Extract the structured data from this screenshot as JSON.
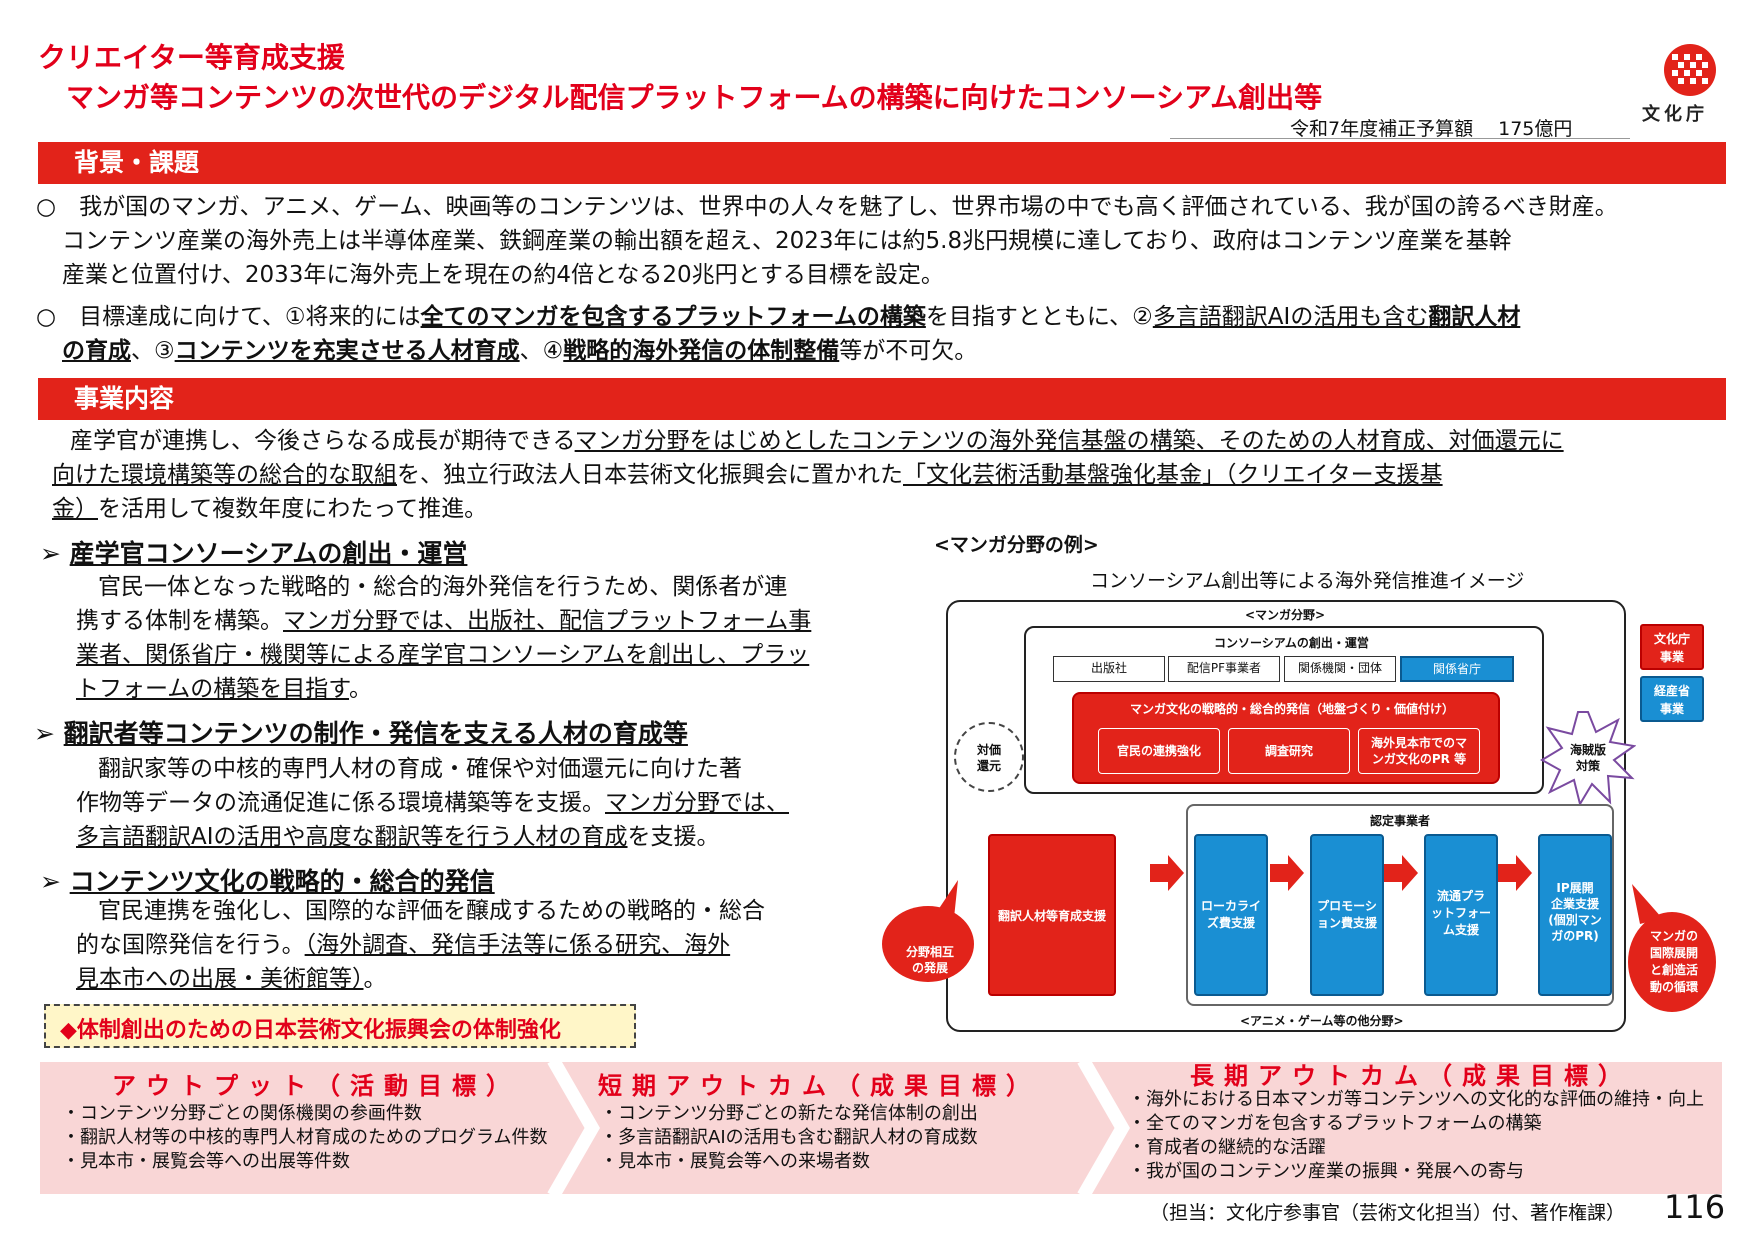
{
  "header": {
    "title_line1": "クリエイター等育成支援",
    "title_line2": "マンガ等コンテンツの次世代のデジタル配信プラットフォームの構築に向けたコンソーシアム創出等",
    "budget": "令和7年度補正予算額　 175億円",
    "logo_text": "文化庁"
  },
  "section_background": {
    "label": "背景・課題",
    "p1": "○　我が国のマンガ、アニメ、ゲーム、映画等のコンテンツは、世界中の人々を魅了し、世界市場の中でも高く評価されている、我が国の誇るべき財産。",
    "p1b": "コンテンツ産業の海外売上は半導体産業、鉄鋼産業の輸出額を超え、2023年には約5.8兆円規模に達しており、政府はコンテンツ産業を基幹",
    "p1c": "産業と位置付け、2033年に海外売上を現在の約4倍となる20兆円とする目標を設定。",
    "p2_a": "○　目標達成に向けて、①将来的には",
    "p2_b": "全てのマンガを包含するプラットフォームの構築",
    "p2_c": "を目指すとともに、②",
    "p2_d": "多言語翻訳AIの活用も含む",
    "p2_e": "翻訳人材",
    "p2_f": "の育成",
    "p2_g": "、③",
    "p2_h": "コンテンツを充実させる人材育成",
    "p2_i": "、④",
    "p2_j": "戦略的海外発信の体制整備",
    "p2_k": "等が不可欠。"
  },
  "section_business": {
    "label": "事業内容",
    "intro_a": "産学官が連携し、今後さらなる成長が期待できる",
    "intro_b": "マンガ分野をはじめとしたコンテンツの海外発信基盤の構築、そのための人材育成、対価還元に",
    "intro_c": "向けた環境構築等の総合的な取組",
    "intro_d": "を、独立行政法人日本芸術文化振興会に置かれた",
    "intro_e": "「文化芸術活動基盤強化基金」（クリエイター支援基",
    "intro_f": "金）",
    "intro_g": "を活用して複数年度にわたって推進。",
    "items": [
      {
        "heading": "産学官コンソーシアムの創出・運営",
        "l1": "官民一体となった戦略的・総合的海外発信を行うため、関係者が連",
        "l2a": "携する体制を構築。",
        "l2b": "マンガ分野では、出版社、配信プラットフォーム事",
        "l3": "業者、関係省庁・機関等による産学官コンソーシアムを創出し、プラッ",
        "l4": "トフォームの構築を目指す",
        "l4b": "。"
      },
      {
        "heading": "翻訳者等コンテンツの制作・発信を支える人材の育成等",
        "l1": "翻訳家等の中核的専門人材の育成・確保や対価還元に向けた著",
        "l2a": "作物等データの流通促進に係る環境構築等を支援。",
        "l2b": "マンガ分野では、",
        "l3": "多言語翻訳AIの活用や高度な翻訳等を行う人材の育成",
        "l3b": "を支援。"
      },
      {
        "heading": "コンテンツ文化の戦略的・総合的発信",
        "l1": "官民連携を強化し、国際的な評価を醸成するための戦略的・総合",
        "l2a": "的な国際発信を行う。",
        "l2b": "（海外調査、発信手法等に係る研究、海外",
        "l3": "見本市への出展・美術館等）",
        "l3b": "。"
      }
    ],
    "callout": "◆体制創出のための日本芸術文化振興会の体制強化"
  },
  "diagram": {
    "example_label": "<マンガ分野の例>",
    "caption": "コンソーシアム創出等による海外発信推進イメージ",
    "top_label": "<マンガ分野>",
    "consortium": "コンソーシアムの創出・運営",
    "members": [
      "出版社",
      "配信PF事業者",
      "関係機関・団体",
      "関係省庁"
    ],
    "strategy_title": "マンガ文化の戦略的・総合的発信（地盤づくり・価値付け）",
    "strategy_items": [
      "官民の連携強化",
      "調査研究",
      "海外見本市でのマ\nンガ文化のPR 等"
    ],
    "value_return": "対価\n還元",
    "piracy": "海賊版\n対策",
    "certified": "認定事業者",
    "training": "翻訳人材等育成支援",
    "flow": [
      "ローカライ\nズ費支援",
      "プロモーシ\nョン費支援",
      "流通プラ\nットフォー\nム支援",
      "IP展開\n企業支援\n(個別マン\nガのPR)"
    ],
    "mutual": "分野相互\nの発展",
    "cycle": "マンガの\n国際展開\nと創造活\n動の循環",
    "bottom_label": "<アニメ・ゲーム等の他分野>",
    "legend_bunka": "文化庁\n事業",
    "legend_keisan": "経産省\n事業"
  },
  "outcomes": [
    {
      "title": "アウトプット（活動目標）",
      "items": [
        "・コンテンツ分野ごとの関係機関の参画件数",
        "・翻訳人材等の中核的専門人材育成のためのプログラム件数",
        "・見本市・展覧会等への出展等件数"
      ]
    },
    {
      "title": "短期アウトカム（成果目標）",
      "items": [
        "・コンテンツ分野ごとの新たな発信体制の創出",
        "・多言語翻訳AIの活用も含む翻訳人材の育成数",
        "・見本市・展覧会等への来場者数"
      ]
    },
    {
      "title": "長期アウトカム（成果目標）",
      "items": [
        "・海外における日本マンガ等コンテンツへの文化的な評価の維持・向上",
        "・全てのマンガを包含するプラットフォームの構築",
        "・育成者の継続的な活躍",
        "・我が国のコンテンツ産業の振興・発展への寄与"
      ]
    }
  ],
  "footer": {
    "contact": "（担当：文化庁参事官（芸術文化担当）付、著作権課）",
    "page": "116"
  },
  "colors": {
    "accent_red": "#e2231a",
    "accent_blue": "#1a8fd3",
    "outcome_bg": "#f9d6d6"
  }
}
